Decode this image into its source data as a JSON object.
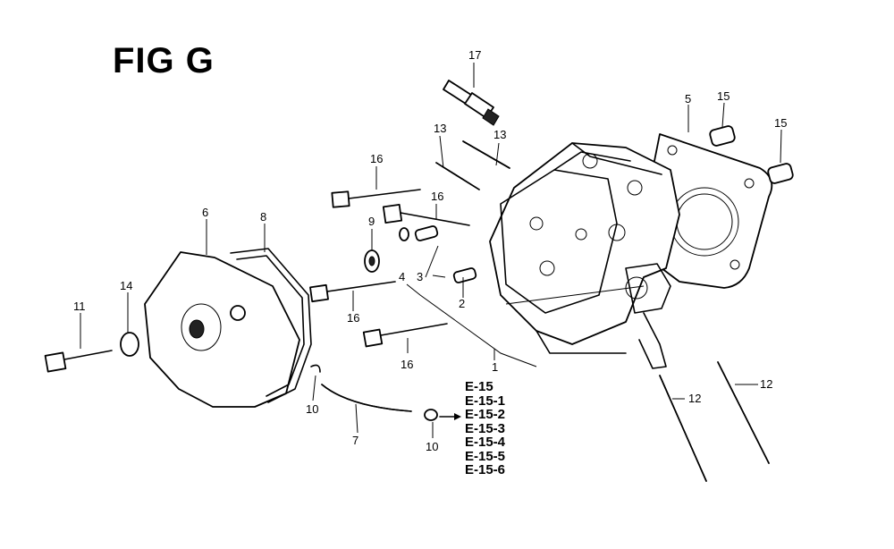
{
  "figure": {
    "title": "FIG G",
    "reference_codes": [
      "E-15",
      "E-15-1",
      "E-15-2",
      "E-15-3",
      "E-15-4",
      "E-15-5",
      "E-15-6"
    ],
    "callouts": {
      "c1": "1",
      "c2": "2",
      "c3": "3",
      "c4": "4",
      "c5": "5",
      "c6": "6",
      "c7": "7",
      "c8": "8",
      "c9": "9",
      "c10a": "10",
      "c10b": "10",
      "c11": "11",
      "c12a": "12",
      "c12b": "12",
      "c13a": "13",
      "c13b": "13",
      "c14": "14",
      "c15a": "15",
      "c15b": "15",
      "c16a": "16",
      "c16b": "16",
      "c16c": "16",
      "c16d": "16",
      "c17": "17"
    }
  }
}
